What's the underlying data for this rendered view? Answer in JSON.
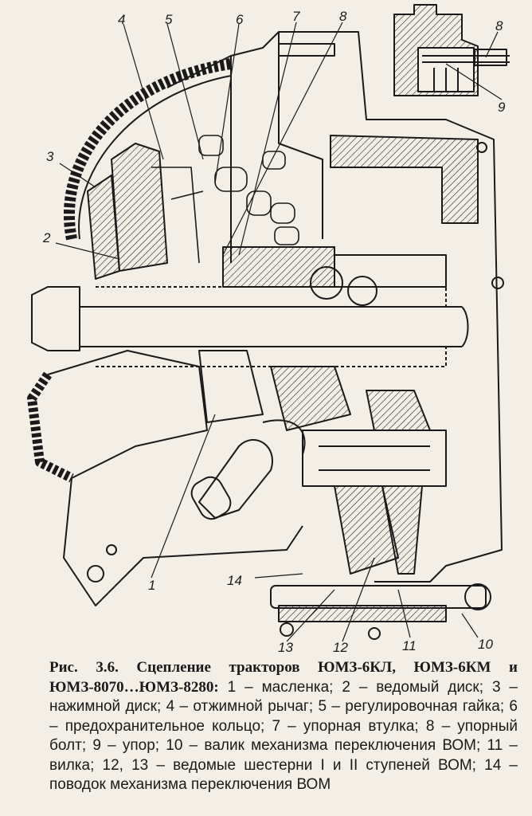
{
  "figure": {
    "labels": {
      "l1": "1",
      "l2": "2",
      "l3": "3",
      "l4": "4",
      "l5": "5",
      "l6": "6",
      "l7": "7",
      "l8": "8",
      "l8b": "8",
      "l9": "9",
      "l10": "10",
      "l11": "11",
      "l12": "12",
      "l13": "13",
      "l14": "14"
    }
  },
  "caption": {
    "head": "Рис. 3.6. Сцепление тракторов ЮМЗ-6КЛ, ЮМЗ-6КМ и ЮМЗ-8070…ЮМЗ-8280:",
    "body": " 1 – масленка; 2 – ведомый диск; 3 – нажимной диск; 4 – отжимной рычаг; 5 – регулировочная гайка; 6 – предохранительное кольцо; 7 – упорная втулка; 8 – упорный болт; 9 – упор; 10 – валик механизма переключения ВОМ; 11 – вилка; 12, 13 – ведомые шестерни I и II ступеней ВОМ; 14 – поводок механизма переключения ВОМ"
  }
}
